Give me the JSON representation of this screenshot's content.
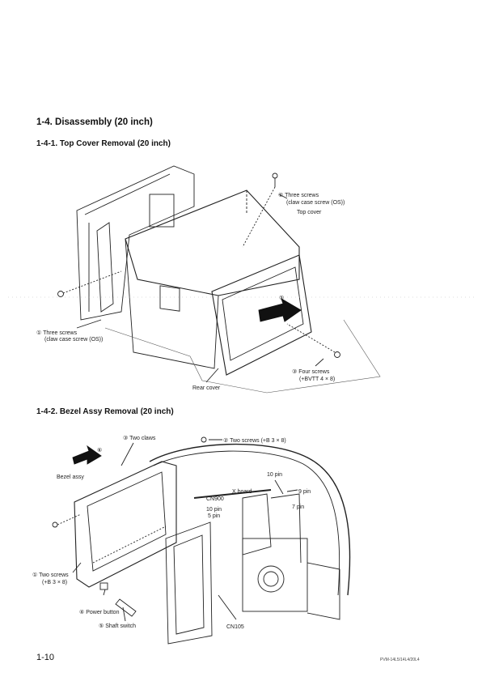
{
  "section": {
    "title": "1-4.  Disassembly (20 inch)"
  },
  "top_cover": {
    "heading": "1-4-1.  Top Cover Removal (20 inch)",
    "labels": {
      "three_screws_top_1": "② Three screws",
      "three_screws_top_2": "(claw case screw (OS))",
      "top_cover": "Top cover",
      "step_5": "⑤",
      "three_screws_left_1": "① Three screws",
      "three_screws_left_2": "(claw case screw (OS))",
      "four_screws_1": "③ Four screws",
      "four_screws_2": "(+BVTT 4 × 8)",
      "rear_cover": "Rear cover"
    }
  },
  "bezel": {
    "heading": "1-4-2.  Bezel Assy Removal (20 inch)",
    "labels": {
      "two_claws": "③ Two claws",
      "step_6": "⑥",
      "two_screws_top": "② Two screws (+B 3 × 8)",
      "bezel_assy": "Bezel assy",
      "pin10_top": "10 pin",
      "x_board": "X board",
      "pin9": "9 pin",
      "cn900": "CN900",
      "pin7": "7 pin",
      "pin10_mid": "10 pin",
      "pin5": "5 pin",
      "two_screws_left_1": "① Two screws",
      "two_screws_left_2": "(+B 3 × 8)",
      "power_button": "④ Power button",
      "shaft_switch": "⑤ Shaft switch",
      "cn105": "CN105"
    }
  },
  "footer": {
    "page_number": "1-10",
    "doc_code": "PVM-14L5/14L4/20L4"
  }
}
